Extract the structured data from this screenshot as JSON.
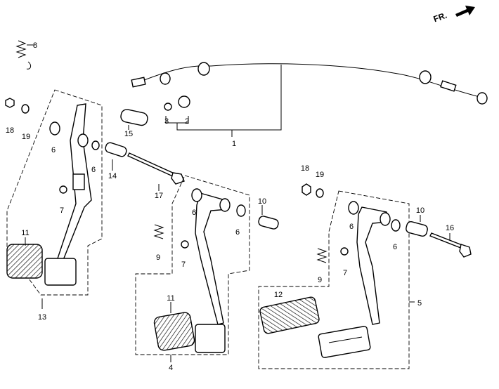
{
  "direction_label": "FR.",
  "callouts": [
    "8",
    "18",
    "19",
    "6",
    "6",
    "7",
    "11",
    "13",
    "15",
    "14",
    "17",
    "3",
    "2",
    "1",
    "6",
    "6",
    "7",
    "9",
    "11",
    "4",
    "10",
    "18",
    "19",
    "10",
    "16",
    "6",
    "6",
    "7",
    "9",
    "12",
    "5"
  ],
  "colors": {
    "ink": "#000000",
    "paper": "#ffffff"
  }
}
